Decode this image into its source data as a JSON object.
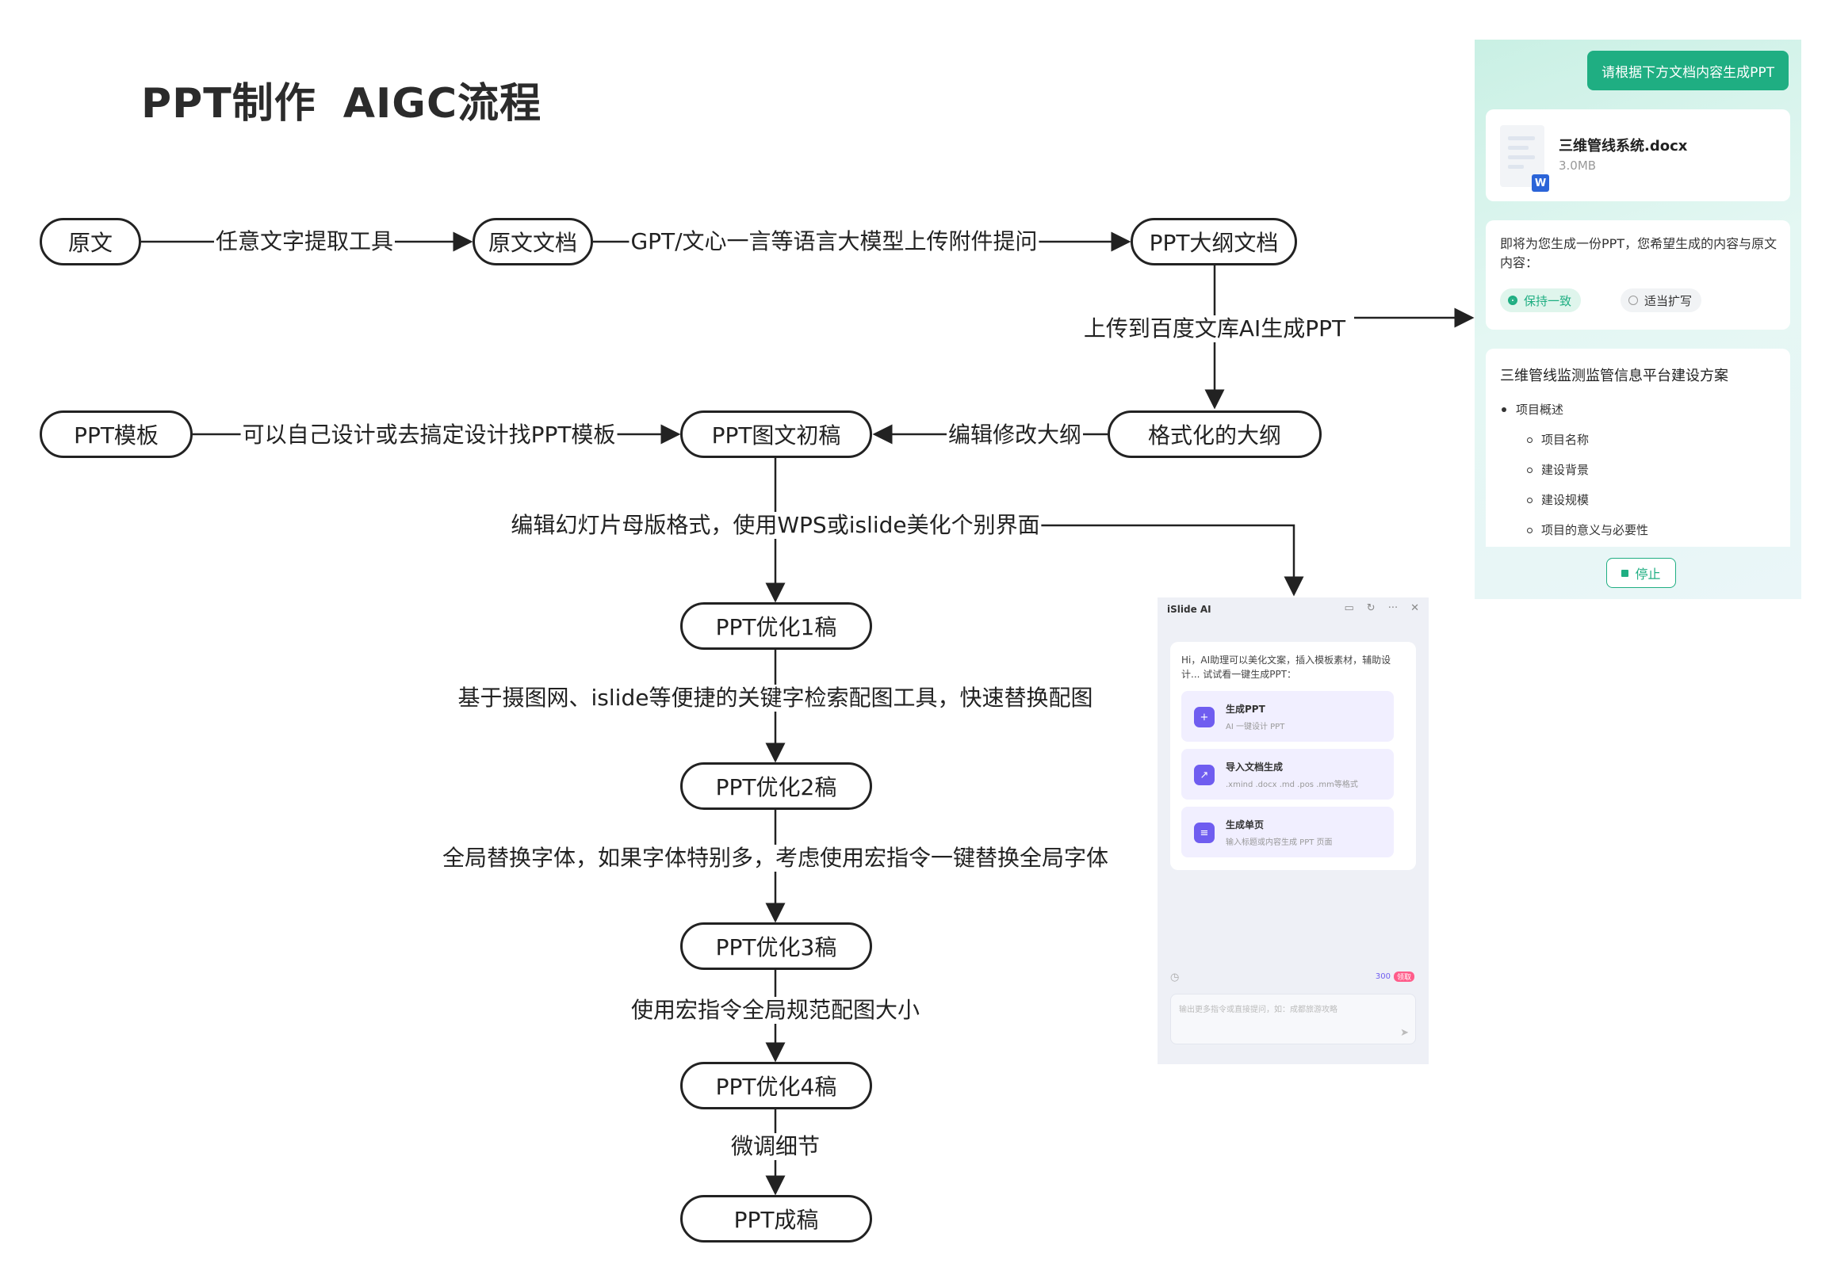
{
  "title": {
    "part1": "PPT制作",
    "part2": "AIGC流程"
  },
  "nodes": {
    "yuanwen": "原文",
    "yuanwen_doc": "原文文档",
    "ppt_outline_doc": "PPT大纲文档",
    "ppt_template": "PPT模板",
    "ppt_draft": "PPT图文初稿",
    "formatted_outline": "格式化的大纲",
    "opt1": "PPT优化1稿",
    "opt2": "PPT优化2稿",
    "opt3": "PPT优化3稿",
    "opt4": "PPT优化4稿",
    "final": "PPT成稿"
  },
  "edges": {
    "e1": "任意文字提取工具",
    "e2": "GPT/文心一言等语言大模型上传附件提问",
    "e3": "上传到百度文库AI生成PPT",
    "e4": "可以自己设计或去搞定设计找PPT模板",
    "e5": "编辑修改大纲",
    "e6": "编辑幻灯片母版格式，使用WPS或islide美化个别界面",
    "e7": "基于摄图网、islide等便捷的关键字检索配图工具，快速替换配图",
    "e8": "全局替换字体，如果字体特别多，考虑使用宏指令一键替换全局字体",
    "e9": "使用宏指令全局规范配图大小",
    "e10": "微调细节"
  },
  "wenku_panel": {
    "generate_button": "请根据下方文档内容生成PPT",
    "file_name": "三维管线系统.docx",
    "file_size": "3.0MB",
    "file_badge": "W",
    "ask_text": "即将为您生成一份PPT，您希望生成的内容与原文内容：",
    "option_keep": "保持一致",
    "option_expand": "适当扩写",
    "outline_title": "三维管线监测监管信息平台建设方案",
    "outline_l1": "项目概述",
    "outline_items": [
      "项目名称",
      "建设背景",
      "建设规模",
      "项目的意义与必要性"
    ],
    "stop_button": "停止",
    "accent_color": "#1fae82"
  },
  "islide_panel": {
    "title": "iSlide AI",
    "tool_icons": [
      "▭",
      "↻",
      "···",
      "✕"
    ],
    "greeting": "Hi，AI助理可以美化文案，插入模板素材，辅助设计... 试试看一键生成PPT：",
    "options": [
      {
        "title": "生成PPT",
        "subtitle": "AI 一键设计 PPT",
        "icon": "+"
      },
      {
        "title": "导入文档生成",
        "subtitle": ".xmind .docx .md .pos .mm等格式",
        "icon": "↗"
      },
      {
        "title": "生成单页",
        "subtitle": "输入标题或内容生成 PPT 页面",
        "icon": "≡"
      }
    ],
    "quota": "300",
    "quota_tag": "领取",
    "input_placeholder": "输出更多指令或直接提问，如：成都旅游攻略",
    "accent_color": "#6f5df0"
  }
}
